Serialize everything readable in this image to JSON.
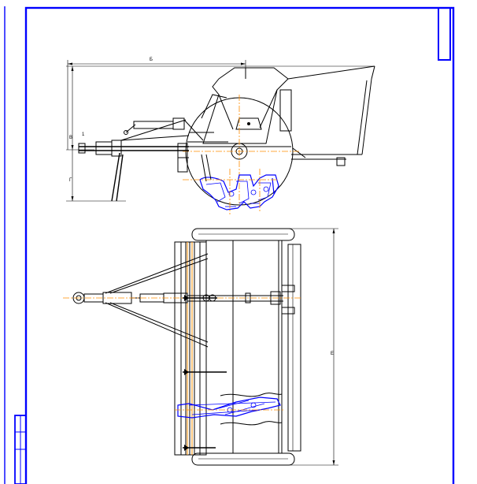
{
  "sheet": {
    "side_view": {
      "dims": {
        "length": "Б",
        "height": "В",
        "hitch_height": "Г",
        "small_label": "1"
      }
    },
    "plan_view": {
      "dims": {
        "width": "Е"
      }
    },
    "title_block_vertical_text": ""
  },
  "colors": {
    "frame": "#0000ff",
    "lines": "#000000",
    "highlight": "#0000ff",
    "centerlines": "#ff8c00"
  }
}
